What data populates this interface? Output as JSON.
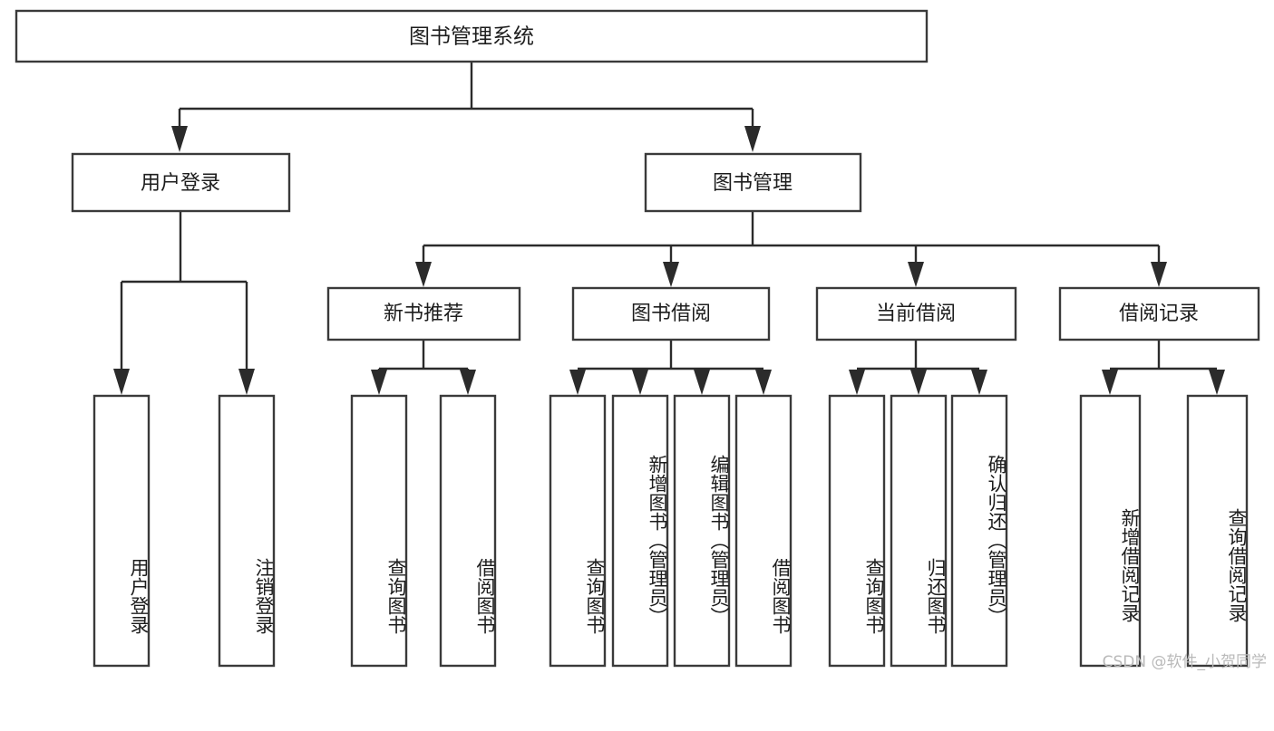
{
  "diagram": {
    "title": "图书管理系统",
    "type": "tree",
    "watermark": "CSDN @软件_小贺同学",
    "colors": {
      "box_stroke": "#3a3a3a",
      "connector": "#2b2b2b",
      "text": "#1d1d1d",
      "background": "#ffffff",
      "watermark": "#b9b9b9"
    },
    "levels": {
      "root": {
        "label": "图书管理系统"
      },
      "level2": [
        {
          "label": "用户登录"
        },
        {
          "label": "图书管理"
        }
      ],
      "level3": [
        {
          "label": "新书推荐"
        },
        {
          "label": "图书借阅"
        },
        {
          "label": "当前借阅"
        },
        {
          "label": "借阅记录"
        }
      ]
    },
    "nodes": {
      "root": "图书管理系统",
      "user_login": "用户登录",
      "book_manage": "图书管理",
      "new_book_rec": "新书推荐",
      "book_borrow": "图书借阅",
      "current_borrow": "当前借阅",
      "borrow_record": "借阅记录"
    },
    "leaves": {
      "user_login": [
        "用户登录",
        "注销登录"
      ],
      "new_book_rec": [
        "查询图书",
        "借阅图书"
      ],
      "book_borrow": [
        "查询图书",
        "新增图书（管理员）",
        "编辑图书（管理员）",
        "借阅图书"
      ],
      "current_borrow": [
        "查询图书",
        "归还图书",
        "确认归还（管理员）"
      ],
      "borrow_record": [
        "新增借阅记录",
        "查询借阅记录"
      ]
    }
  }
}
